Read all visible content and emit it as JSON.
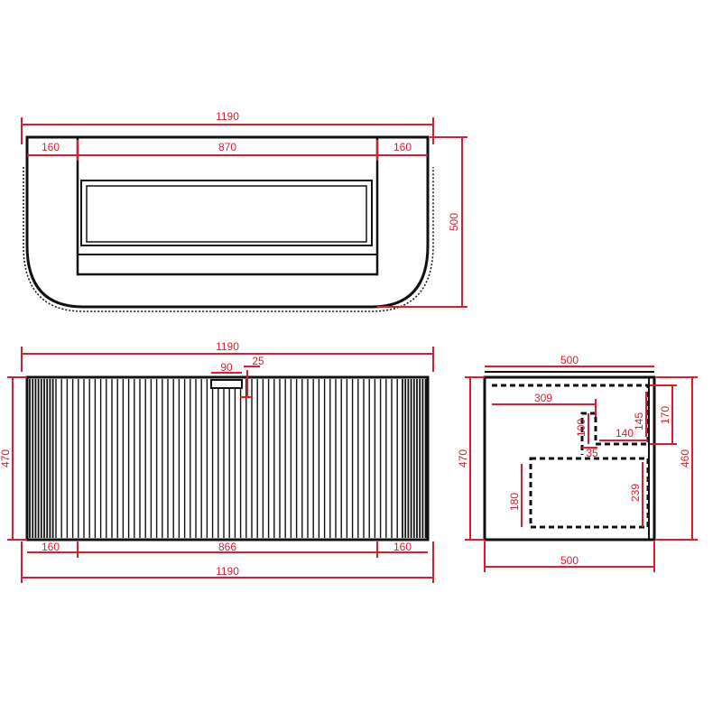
{
  "top_view": {
    "overall_width": "1190",
    "side_left": "160",
    "center_opening": "870",
    "side_right": "160",
    "depth": "500"
  },
  "front_view": {
    "overall_width_top": "1190",
    "handle_width": "90",
    "handle_offset": "25",
    "height": "470",
    "panel_left": "160",
    "panel_center": "866",
    "panel_right": "160",
    "overall_width_bottom": "1190"
  },
  "side_view": {
    "depth_top": "500",
    "cutout_width": "309",
    "cutout_depth": "100",
    "notch": "35",
    "step_width": "140",
    "step_height": "145",
    "back_height": "170",
    "height": "470",
    "lower_height": "180",
    "lower_inner": "239",
    "overall_height": "460",
    "depth_bottom": "500"
  }
}
